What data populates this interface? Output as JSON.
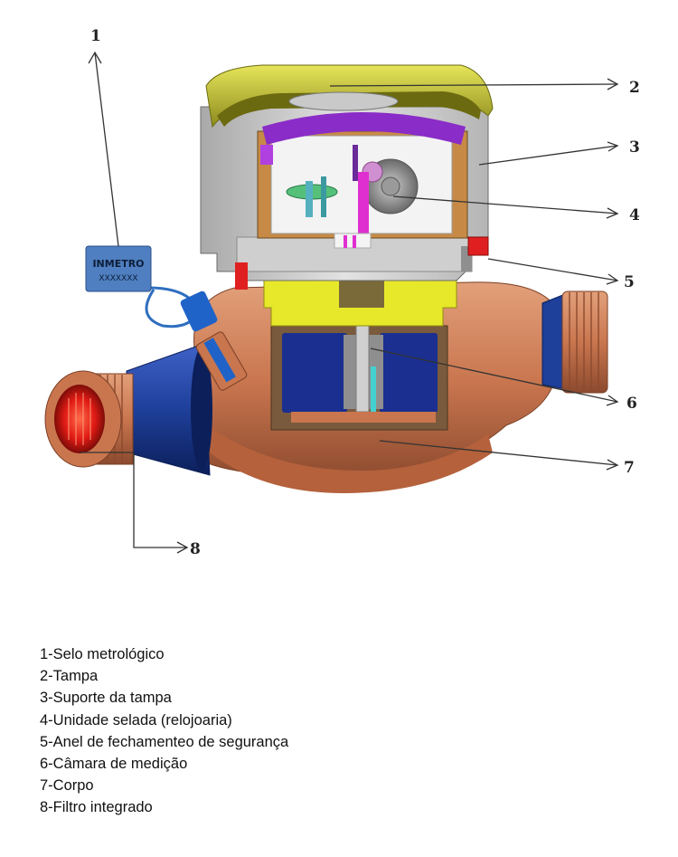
{
  "seal": {
    "brand": "INMETRO",
    "serial": "XXXXXXX"
  },
  "callouts": [
    "1",
    "2",
    "3",
    "4",
    "5",
    "6",
    "7",
    "8"
  ],
  "legend": [
    "1-Selo metrológico",
    "2-Tampa",
    "3-Suporte da tampa",
    "4-Unidade selada (relojoaria)",
    "5-Anel de fechamenteo de segurança",
    "6-Câmara de medição",
    "7-Corpo",
    "8-Filtro integrado"
  ],
  "colors": {
    "body": "#c9764f",
    "inlet_cone": "#1e3f9a",
    "cover": "#c9c83a",
    "housing": "#bfbfbf",
    "chamber": "#1a2f8f",
    "insert_yellow": "#e8e82a",
    "register_purple": "#8a2cc7",
    "safety_ring": "#e02020",
    "filter_red": "#e01a14",
    "seal_blue": "#4f7fc0"
  }
}
